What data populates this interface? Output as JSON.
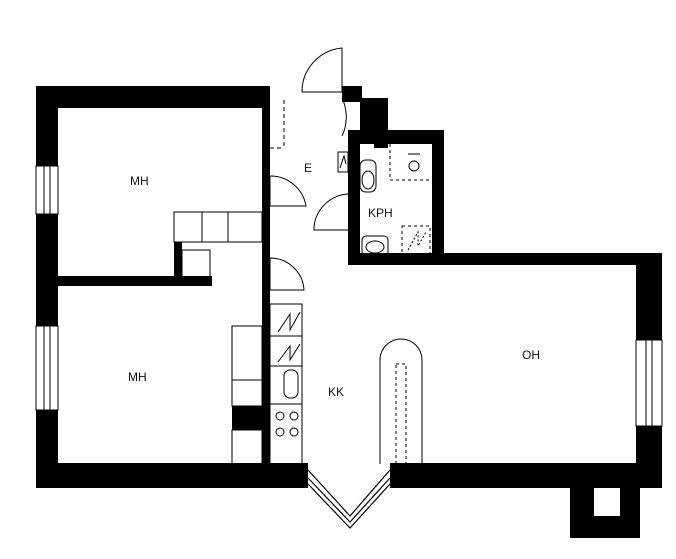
{
  "rooms": {
    "bedroom_top": "MH",
    "bedroom_bottom": "MH",
    "entry": "E",
    "bathroom": "KPH",
    "kitchen": "KK",
    "living_room": "OH"
  },
  "colors": {
    "wall": "#000000",
    "background": "#ffffff",
    "line": "#000000"
  }
}
